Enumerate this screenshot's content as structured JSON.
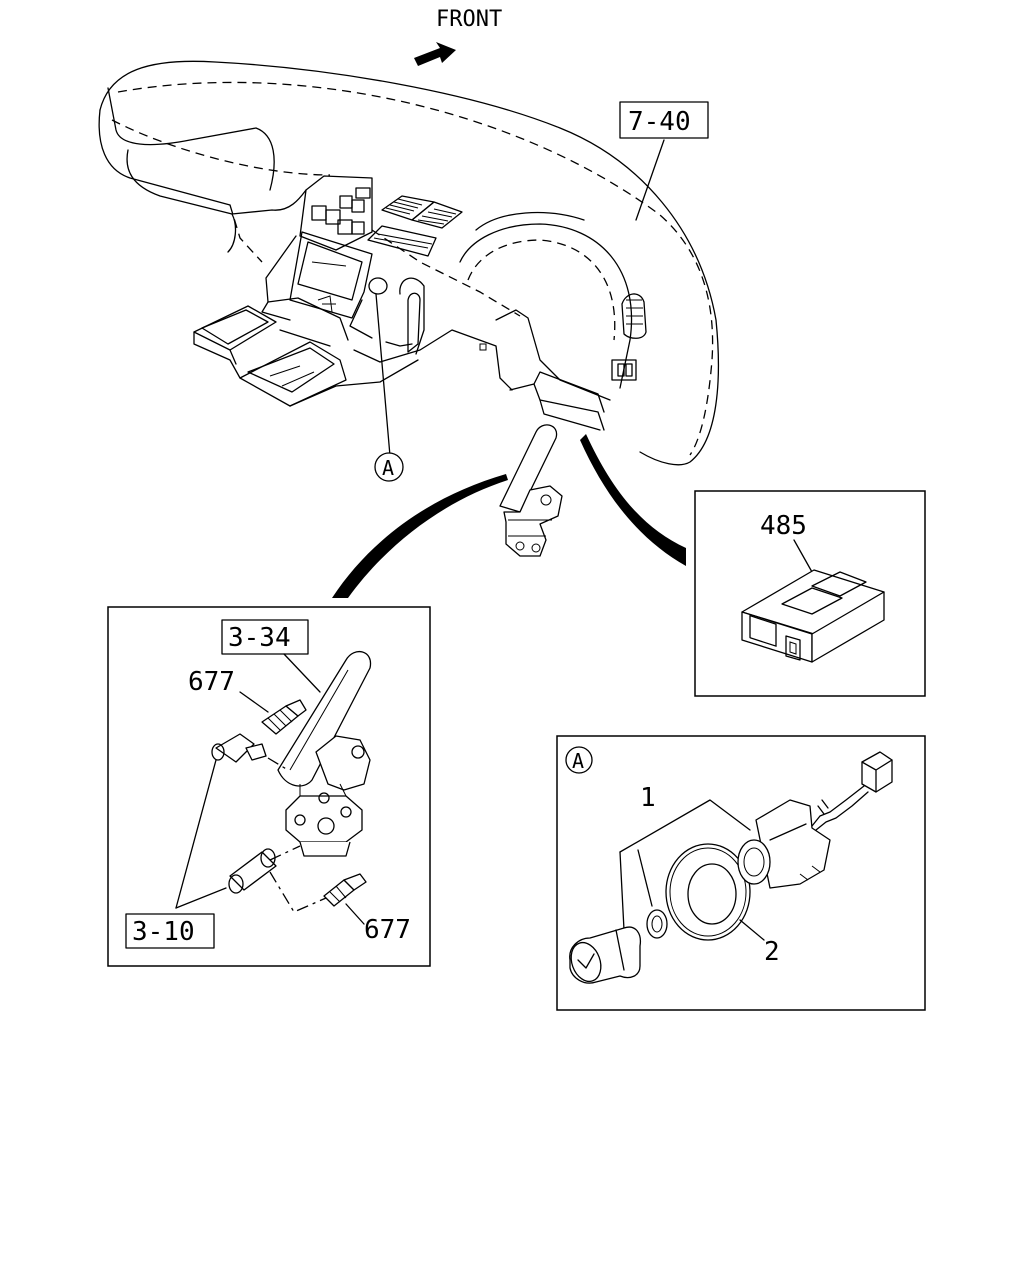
{
  "direction_label": "FRONT",
  "callouts": {
    "instrument_panel_ref": "7-40",
    "detail_marker": "A",
    "module_part": "485",
    "valve_ref": "3-34",
    "fitting_upper": "677",
    "fitting_lower": "677",
    "tube_ref": "3-10",
    "part_1": "1",
    "part_2": "2"
  }
}
